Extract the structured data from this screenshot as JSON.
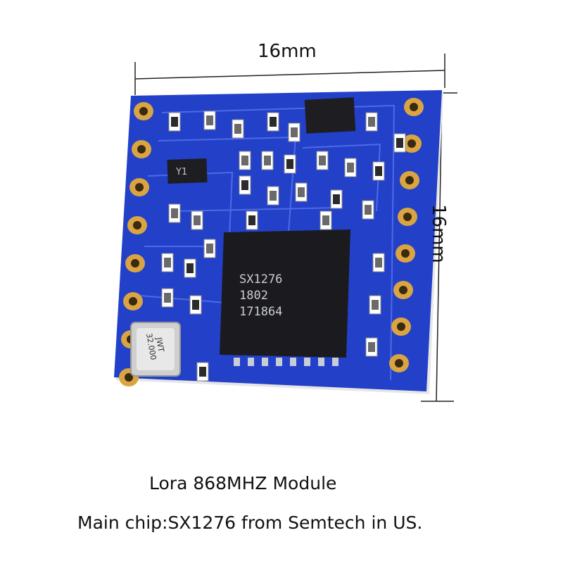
{
  "dimensions": {
    "width_label": "16mm",
    "height_label": "16mm"
  },
  "module": {
    "chip_lines": [
      "SX1276",
      "1802",
      "171864"
    ],
    "crystal_lines": [
      "JWT",
      "32.000"
    ],
    "component_marking": "Y1"
  },
  "captions": {
    "line1": "Lora 868MHZ Module",
    "line2": "Main chip:SX1276 from Semtech in US."
  },
  "colors": {
    "pcb_blue": "#2341c8",
    "pcb_dark": "#1a2f9a",
    "pad_gold": "#d9a441",
    "chip_black": "#1b1b1f"
  }
}
